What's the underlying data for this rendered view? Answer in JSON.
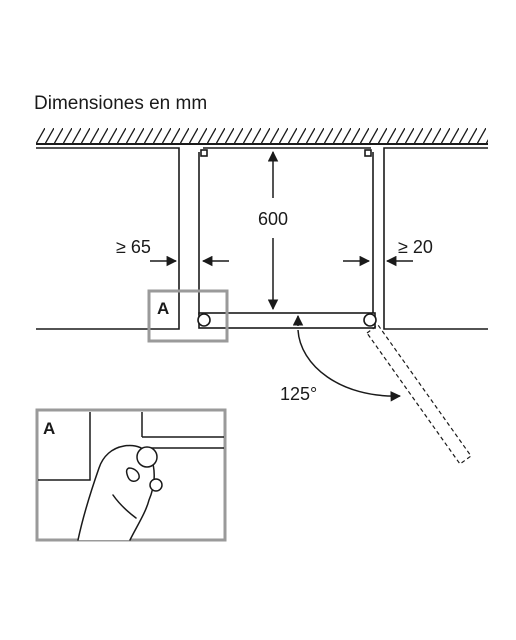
{
  "title": "Dimensiones en mm",
  "dimensions": {
    "depth": "600",
    "left_clearance": "≥ 65",
    "right_clearance": "≥ 20",
    "door_angle": "125°"
  },
  "callout": {
    "marker": "A",
    "inset_marker": "A"
  },
  "colors": {
    "line": "#1a1a1a",
    "callout_frame": "#9a9a9a"
  },
  "icons": {
    "hand": "hand-icon"
  }
}
